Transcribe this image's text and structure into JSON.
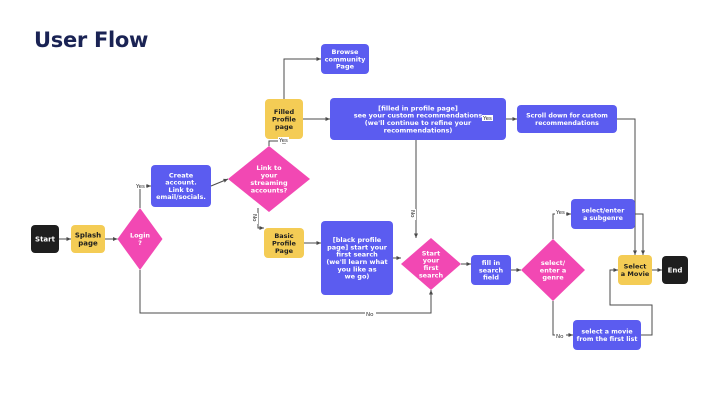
{
  "title": "User Flow",
  "colors": {
    "terminal": "#1e1e1e",
    "yellow": "#f4cc55",
    "blue": "#5b5cf0",
    "pink": "#f248b3",
    "edge": "#4b4b4b",
    "title": "#1a2354"
  },
  "nodes": [
    {
      "id": "start",
      "type": "terminal",
      "lines": [
        "Start"
      ]
    },
    {
      "id": "splash",
      "type": "yellow",
      "lines": [
        "Splash",
        "page"
      ]
    },
    {
      "id": "login",
      "type": "diamond",
      "lines": [
        "Login",
        "?"
      ]
    },
    {
      "id": "create",
      "type": "blue",
      "lines": [
        "Create",
        "account.",
        "Link to",
        "email/socials."
      ]
    },
    {
      "id": "link",
      "type": "diamond",
      "lines": [
        "Link to",
        "your",
        "streaming",
        "accounts?"
      ]
    },
    {
      "id": "filled",
      "type": "yellow",
      "lines": [
        "Filled",
        "Profile",
        "page"
      ]
    },
    {
      "id": "browse",
      "type": "blue",
      "lines": [
        "Browse",
        "community",
        "Page"
      ]
    },
    {
      "id": "recs",
      "type": "blue",
      "lines": [
        "[filled in profile page]",
        "see your custom recommendations",
        "(we'll continue to refine your",
        "recommendations)"
      ]
    },
    {
      "id": "scroll",
      "type": "blue",
      "lines": [
        "Scroll down for custom",
        "recommendations"
      ]
    },
    {
      "id": "basic",
      "type": "yellow",
      "lines": [
        "Basic",
        "Profile",
        "Page"
      ]
    },
    {
      "id": "blank",
      "type": "blue",
      "lines": [
        "[black profile",
        "page] start your",
        "first search",
        "(we'll learn what",
        "you like as",
        "we go)"
      ]
    },
    {
      "id": "firstsearch",
      "type": "diamond",
      "lines": [
        "Start",
        "your",
        "first",
        "search"
      ]
    },
    {
      "id": "fillin",
      "type": "blue",
      "lines": [
        "fill in",
        "search",
        "field"
      ]
    },
    {
      "id": "genre",
      "type": "diamond",
      "lines": [
        "select/",
        "enter a",
        "genre"
      ]
    },
    {
      "id": "subgenre",
      "type": "blue",
      "lines": [
        "select/enter",
        "a subgenre"
      ]
    },
    {
      "id": "firstlist",
      "type": "blue",
      "lines": [
        "select a movie",
        "from the first list"
      ]
    },
    {
      "id": "selectmovie",
      "type": "yellow",
      "lines": [
        "Select",
        "a Movie"
      ]
    },
    {
      "id": "end",
      "type": "terminal",
      "lines": [
        "End"
      ]
    }
  ],
  "edge_labels": [
    {
      "id": "login-yes",
      "text": "Yes"
    },
    {
      "id": "login-no",
      "text": "No"
    },
    {
      "id": "link-yes",
      "text": "Yes"
    },
    {
      "id": "link-no",
      "text": "No"
    },
    {
      "id": "recs-yes",
      "text": "Yes"
    },
    {
      "id": "recs-no",
      "text": "No"
    },
    {
      "id": "genre-yes",
      "text": "Yes"
    },
    {
      "id": "genre-no",
      "text": "No"
    }
  ]
}
